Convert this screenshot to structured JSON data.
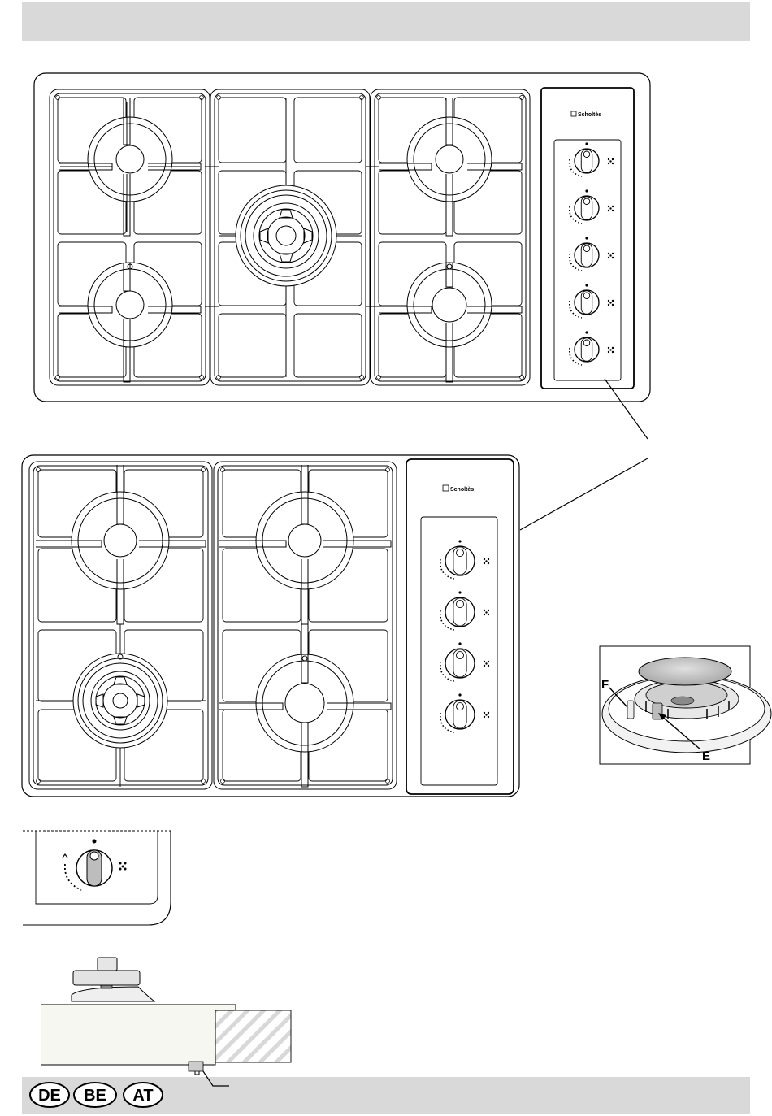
{
  "header_band": {
    "color": "#d9d9d9"
  },
  "footer_band": {
    "color": "#d9d9d9"
  },
  "country_codes": [
    "DE",
    "BE",
    "AT"
  ],
  "brand_label": "Scholtès",
  "callouts": {
    "f_label": "F",
    "e_label": "E"
  },
  "hob_large": {
    "burner_count": 5,
    "knob_count": 5
  },
  "hob_small": {
    "burner_count": 4,
    "knob_count": 4
  },
  "icons": [
    "gas-hob-icon",
    "control-knob-icon",
    "burner-detail-icon",
    "installation-bracket-icon"
  ]
}
